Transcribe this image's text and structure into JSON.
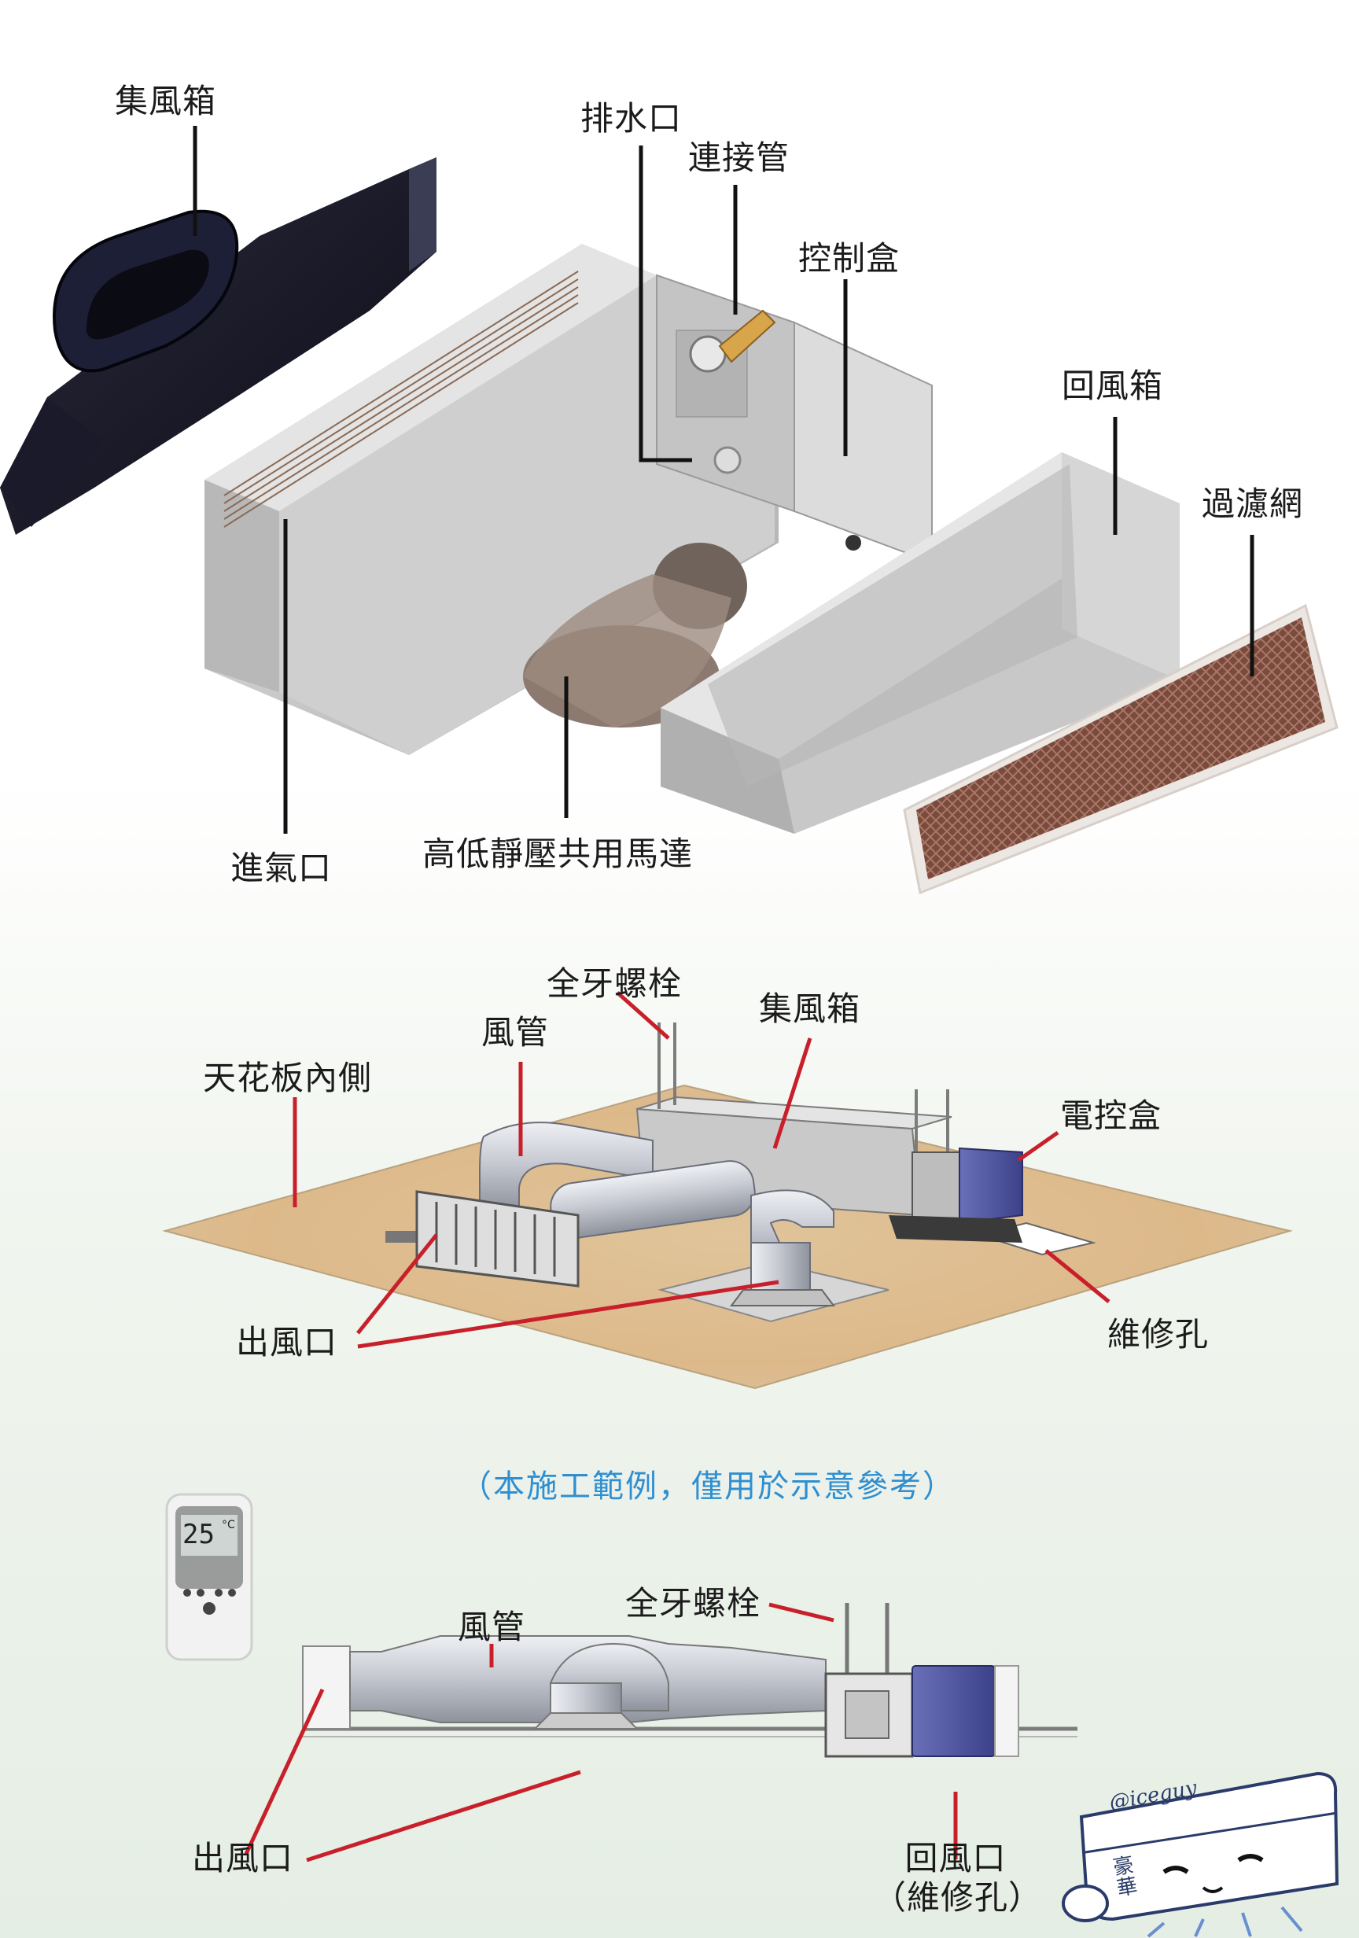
{
  "top_labels": {
    "plenum_box": "集風箱",
    "drain_port": "排水口",
    "connector_pipe": "連接管",
    "control_box": "控制盒",
    "return_box": "回風箱",
    "filter": "過濾網",
    "air_inlet": "進氣口",
    "motor": "高低靜壓共用馬達"
  },
  "mid_labels": {
    "threaded_rod": "全牙螺栓",
    "duct": "風管",
    "plenum_box": "集風箱",
    "ceiling_inside": "天花板內側",
    "electric_box": "電控盒",
    "air_outlet": "出風口",
    "access_hole": "維修孔"
  },
  "note": "（本施工範例，僅用於示意參考）",
  "bottom_labels": {
    "threaded_rod": "全牙螺栓",
    "duct": "風管",
    "air_outlet": "出風口",
    "return_outlet_line1": "回風口",
    "return_outlet_line2": "（維修孔）"
  },
  "remote": {
    "display_value": "25",
    "display_unit": "°C"
  },
  "watermark": {
    "handle": "@iceguy",
    "name_chars": "豪華"
  },
  "colors": {
    "leader_black": "#111111",
    "leader_red": "#c8202a",
    "note_blue": "#2f8fd0",
    "control_box_blue": "#5a5fa8"
  }
}
